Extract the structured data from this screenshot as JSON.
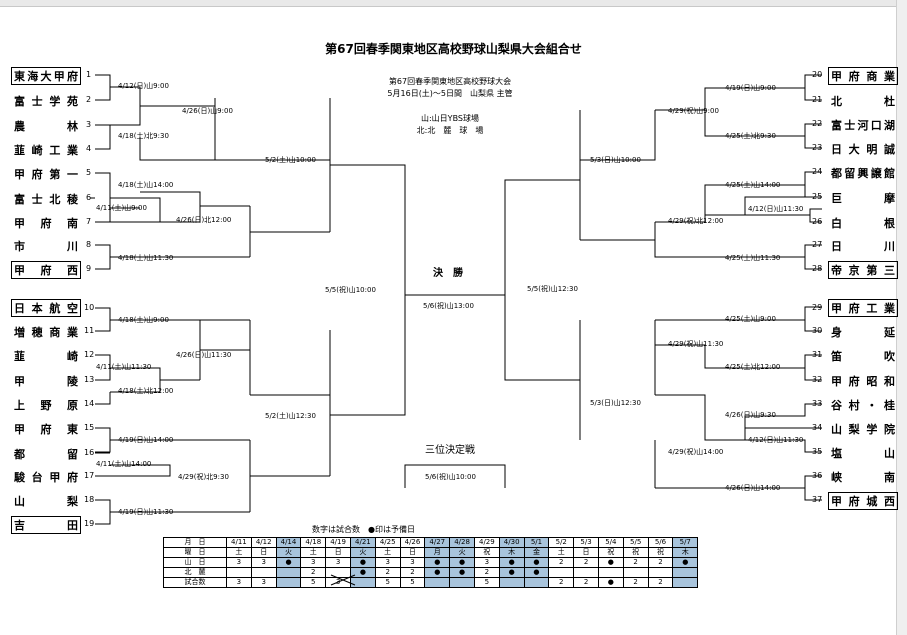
{
  "title": "第67回春季関東地区高校野球山梨県大会組合せ",
  "info": {
    "name": "第67回春季関東地区高校野球大会",
    "period": "5月16日(土)～5日間　山梨県 主管",
    "venue_yama": "山:山日YBS球場",
    "venue_kita": "北:北　麓　球　場"
  },
  "left_teams": [
    {
      "num": "1",
      "name": "東海大甲府"
    },
    {
      "num": "2",
      "name": "富士学苑"
    },
    {
      "num": "3",
      "name": "農林"
    },
    {
      "num": "4",
      "name": "韮崎工業"
    },
    {
      "num": "5",
      "name": "甲府第一"
    },
    {
      "num": "6",
      "name": "富士北稜"
    },
    {
      "num": "7",
      "name": "甲府南"
    },
    {
      "num": "8",
      "name": "市川"
    },
    {
      "num": "9",
      "name": "甲府西"
    },
    {
      "num": "10",
      "name": "日本航空"
    },
    {
      "num": "11",
      "name": "増穂商業"
    },
    {
      "num": "12",
      "name": "韮崎"
    },
    {
      "num": "13",
      "name": "甲陵"
    },
    {
      "num": "14",
      "name": "上野原"
    },
    {
      "num": "15",
      "name": "甲府東"
    },
    {
      "num": "16",
      "name": "都留"
    },
    {
      "num": "17",
      "name": "駿台甲府"
    },
    {
      "num": "18",
      "name": "山梨"
    },
    {
      "num": "19",
      "name": "吉田"
    }
  ],
  "right_teams": [
    {
      "num": "20",
      "name": "甲府商業"
    },
    {
      "num": "21",
      "name": "北杜"
    },
    {
      "num": "22",
      "name": "富士河口湖"
    },
    {
      "num": "23",
      "name": "日大明誠"
    },
    {
      "num": "24",
      "name": "都留興譲館"
    },
    {
      "num": "25",
      "name": "巨摩"
    },
    {
      "num": "26",
      "name": "白根"
    },
    {
      "num": "27",
      "name": "日川"
    },
    {
      "num": "28",
      "name": "帝京第三"
    },
    {
      "num": "29",
      "name": "甲府工業"
    },
    {
      "num": "30",
      "name": "身延"
    },
    {
      "num": "31",
      "name": "笛吹"
    },
    {
      "num": "32",
      "name": "甲府昭和"
    },
    {
      "num": "33",
      "name": "谷村・桂"
    },
    {
      "num": "34",
      "name": "山梨学院"
    },
    {
      "num": "35",
      "name": "塩山"
    },
    {
      "num": "36",
      "name": "峡南"
    },
    {
      "num": "37",
      "name": "甲府城西"
    }
  ],
  "schedule": {
    "l1": "4/12(日)山9:00",
    "l2": "4/26(日)山9:00",
    "l3": "4/18(土)北9:30",
    "l4": "5/2(土)山10:00",
    "l5": "4/18(土)山14:00",
    "l6": "4/11(土)山9:00",
    "l7": "4/26(日)北12:00",
    "l8": "4/18(土)山11:30",
    "l9": "5/5(祝)山10:00",
    "l10": "4/18(土)山9:00",
    "l11": "4/26(日)山11:30",
    "l12": "4/11(土)山11:30",
    "l13": "4/18(土)北12:00",
    "l14": "5/2(土)山12:30",
    "l15": "4/19(日)山14:00",
    "l16": "4/11(土)山14:00",
    "l17": "4/29(祝)北9:30",
    "l18": "4/19(日)山11:30",
    "final": "5/6(祝)山13:00",
    "third": "5/6(祝)山10:00",
    "r1": "4/19(日)山9:00",
    "r2": "4/29(祝)山9:00",
    "r3": "4/25(土)北9:30",
    "r4": "5/3(日)山10:00",
    "r5": "4/25(土)山14:00",
    "r6": "4/12(日)山11:30",
    "r7": "4/29(祝)北12:00",
    "r8": "4/25(土)山11:30",
    "r9": "5/5(祝)山12:30",
    "r10": "4/25(土)山9:00",
    "r11": "4/29(祝)山11:30",
    "r12": "4/25(土)北12:00",
    "r13": "5/3(日)山12:30",
    "r14": "4/26(日)山9:30",
    "r15": "4/12(日)山11:30",
    "r16": "4/29(祝)山14:00",
    "r17": "4/26(日)山14:00"
  },
  "labels": {
    "final": "決　勝",
    "third": "三位決定戦"
  },
  "calendar": {
    "note": "数字は試合数　●印は予備日",
    "rows": [
      {
        "label": "月　日",
        "cells": [
          "4/11",
          "4/12",
          "4/14",
          "4/18",
          "4/19",
          "4/21",
          "4/25",
          "4/26",
          "4/27",
          "4/28",
          "4/29",
          "4/30",
          "5/1",
          "5/2",
          "5/3",
          "5/4",
          "5/5",
          "5/6",
          "5/7"
        ]
      },
      {
        "label": "曜　日",
        "cells": [
          "土",
          "日",
          "火",
          "土",
          "日",
          "火",
          "土",
          "日",
          "月",
          "火",
          "祝",
          "木",
          "金",
          "土",
          "日",
          "祝",
          "祝",
          "祝",
          "木"
        ]
      },
      {
        "label": "山　日",
        "cells": [
          "3",
          "3",
          "●",
          "3",
          "3",
          "●",
          "3",
          "3",
          "●",
          "●",
          "3",
          "●",
          "●",
          "2",
          "2",
          "●",
          "2",
          "2",
          "●"
        ]
      },
      {
        "label": "北　麓",
        "cells": [
          "",
          "",
          "",
          "2",
          "",
          "●",
          "2",
          "2",
          "●",
          "●",
          "2",
          "●",
          "●",
          "",
          "",
          "",
          "",
          "",
          ""
        ]
      },
      {
        "label": "試合数",
        "cells": [
          "3",
          "3",
          "",
          "5",
          "3",
          "",
          "5",
          "5",
          "",
          "",
          "5",
          "",
          "",
          "2",
          "2",
          "●",
          "2",
          "2",
          ""
        ]
      }
    ]
  }
}
